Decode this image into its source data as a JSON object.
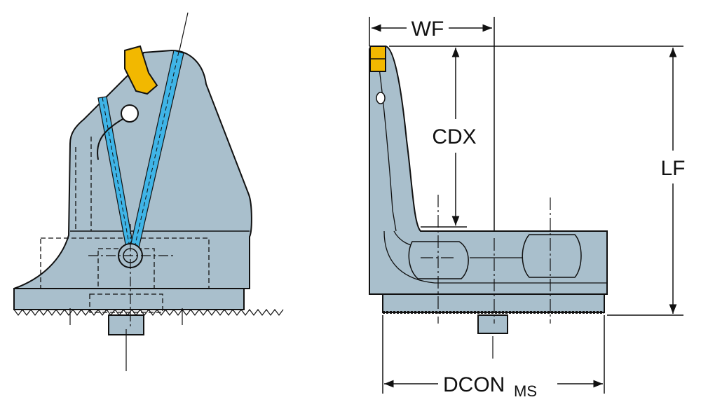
{
  "dimensions": {
    "wf": "WF",
    "cdx": "CDX",
    "lf": "LF",
    "dcon": "DCON",
    "dcon_sub": "MS"
  },
  "colors": {
    "body_fill": "#a9bfcc",
    "coolant": "#3fb4e6",
    "insert": "#f2b800",
    "outline": "#111111",
    "background": "#ffffff"
  },
  "views": [
    "front-view",
    "side-view"
  ]
}
